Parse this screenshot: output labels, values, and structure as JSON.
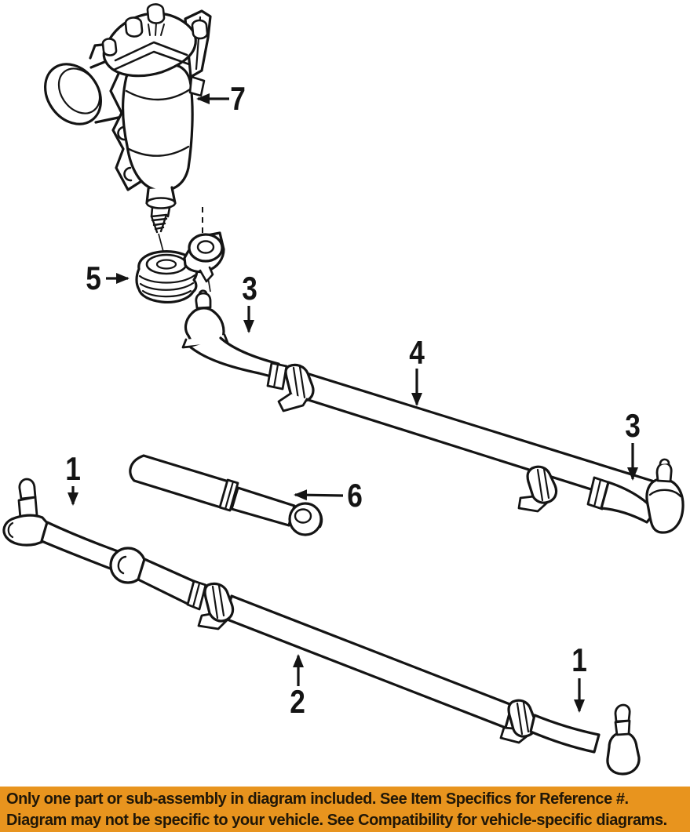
{
  "callouts": [
    {
      "ref": "7"
    },
    {
      "ref": "5"
    },
    {
      "ref": "3"
    },
    {
      "ref": "4"
    },
    {
      "ref": "3"
    },
    {
      "ref": "6"
    },
    {
      "ref": "1"
    },
    {
      "ref": "2"
    },
    {
      "ref": "1"
    }
  ],
  "banner": {
    "line1": "Only one part or sub-assembly in diagram included. See Item Specifics for Reference #.",
    "line2": "Diagram may not be specific to your vehicle. See Compatibility for vehicle-specific diagrams.",
    "background_color": "#E8941E",
    "text_color": "#201708"
  },
  "artwork": {
    "ink_color": "#141414",
    "background_color": "#FFFFFF"
  }
}
